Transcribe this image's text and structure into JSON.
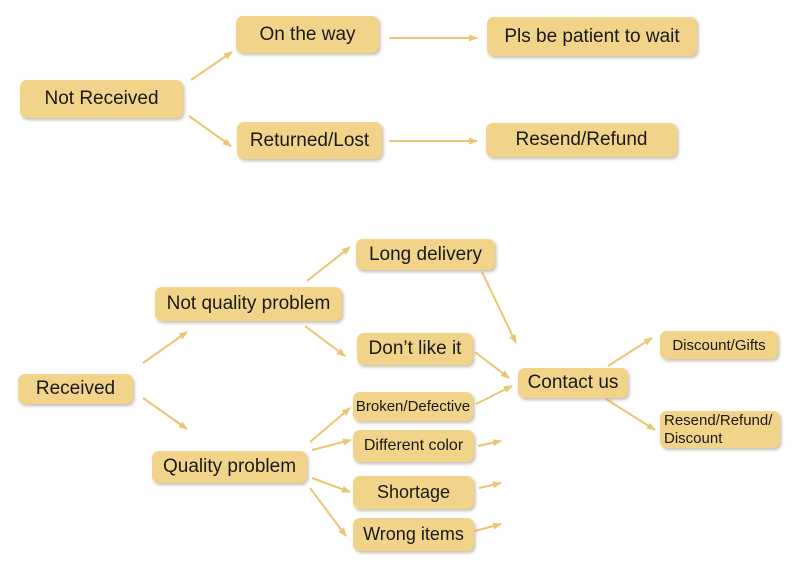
{
  "diagram": {
    "description": "Order issue resolution flowchart",
    "colors": {
      "background": "#FFFFFF",
      "box_fill": "#F1D48A",
      "arrow": "#EBC572",
      "text": "#1A1A1A"
    },
    "nodes": {
      "not_received": {
        "label": "Not Received"
      },
      "on_the_way": {
        "label": "On the way"
      },
      "pls_be_patient": {
        "label": "Pls be patient to wait"
      },
      "returned_lost": {
        "label": "Returned/Lost"
      },
      "resend_refund": {
        "label": "Resend/Refund"
      },
      "received": {
        "label": "Received"
      },
      "not_quality_problem": {
        "label": "Not quality problem"
      },
      "long_delivery": {
        "label": "Long delivery"
      },
      "dont_like_it": {
        "label": "Don’t like it"
      },
      "quality_problem": {
        "label": "Quality problem"
      },
      "broken_defective": {
        "label": "Broken/Defective"
      },
      "different_color": {
        "label": "Different color"
      },
      "shortage": {
        "label": "Shortage"
      },
      "wrong_items": {
        "label": "Wrong items"
      },
      "contact_us": {
        "label": "Contact us"
      },
      "discount_gifts": {
        "label": "Discount/Gifts"
      },
      "resend_refund_discount": {
        "label": "Resend/Refund/\nDiscount"
      }
    },
    "edges": [
      {
        "from": "Not Received",
        "to": "On the way"
      },
      {
        "from": "Not Received",
        "to": "Returned/Lost"
      },
      {
        "from": "On the way",
        "to": "Pls be patient to wait"
      },
      {
        "from": "Returned/Lost",
        "to": "Resend/Refund"
      },
      {
        "from": "Received",
        "to": "Not quality problem"
      },
      {
        "from": "Received",
        "to": "Quality problem"
      },
      {
        "from": "Not quality problem",
        "to": "Long delivery"
      },
      {
        "from": "Not quality problem",
        "to": "Don’t like it"
      },
      {
        "from": "Long delivery",
        "to": "Contact us"
      },
      {
        "from": "Don’t like it",
        "to": "Contact us"
      },
      {
        "from": "Quality problem",
        "to": "Broken/Defective"
      },
      {
        "from": "Quality problem",
        "to": "Different color"
      },
      {
        "from": "Quality problem",
        "to": "Shortage"
      },
      {
        "from": "Quality problem",
        "to": "Wrong items"
      },
      {
        "from": "Broken/Defective",
        "to": "Contact us"
      },
      {
        "from": "Different color",
        "to": "Contact us"
      },
      {
        "from": "Shortage",
        "to": "Contact us"
      },
      {
        "from": "Wrong items",
        "to": "Contact us"
      },
      {
        "from": "Contact us",
        "to": "Discount/Gifts"
      },
      {
        "from": "Contact us",
        "to": "Resend/Refund/Discount"
      }
    ]
  }
}
